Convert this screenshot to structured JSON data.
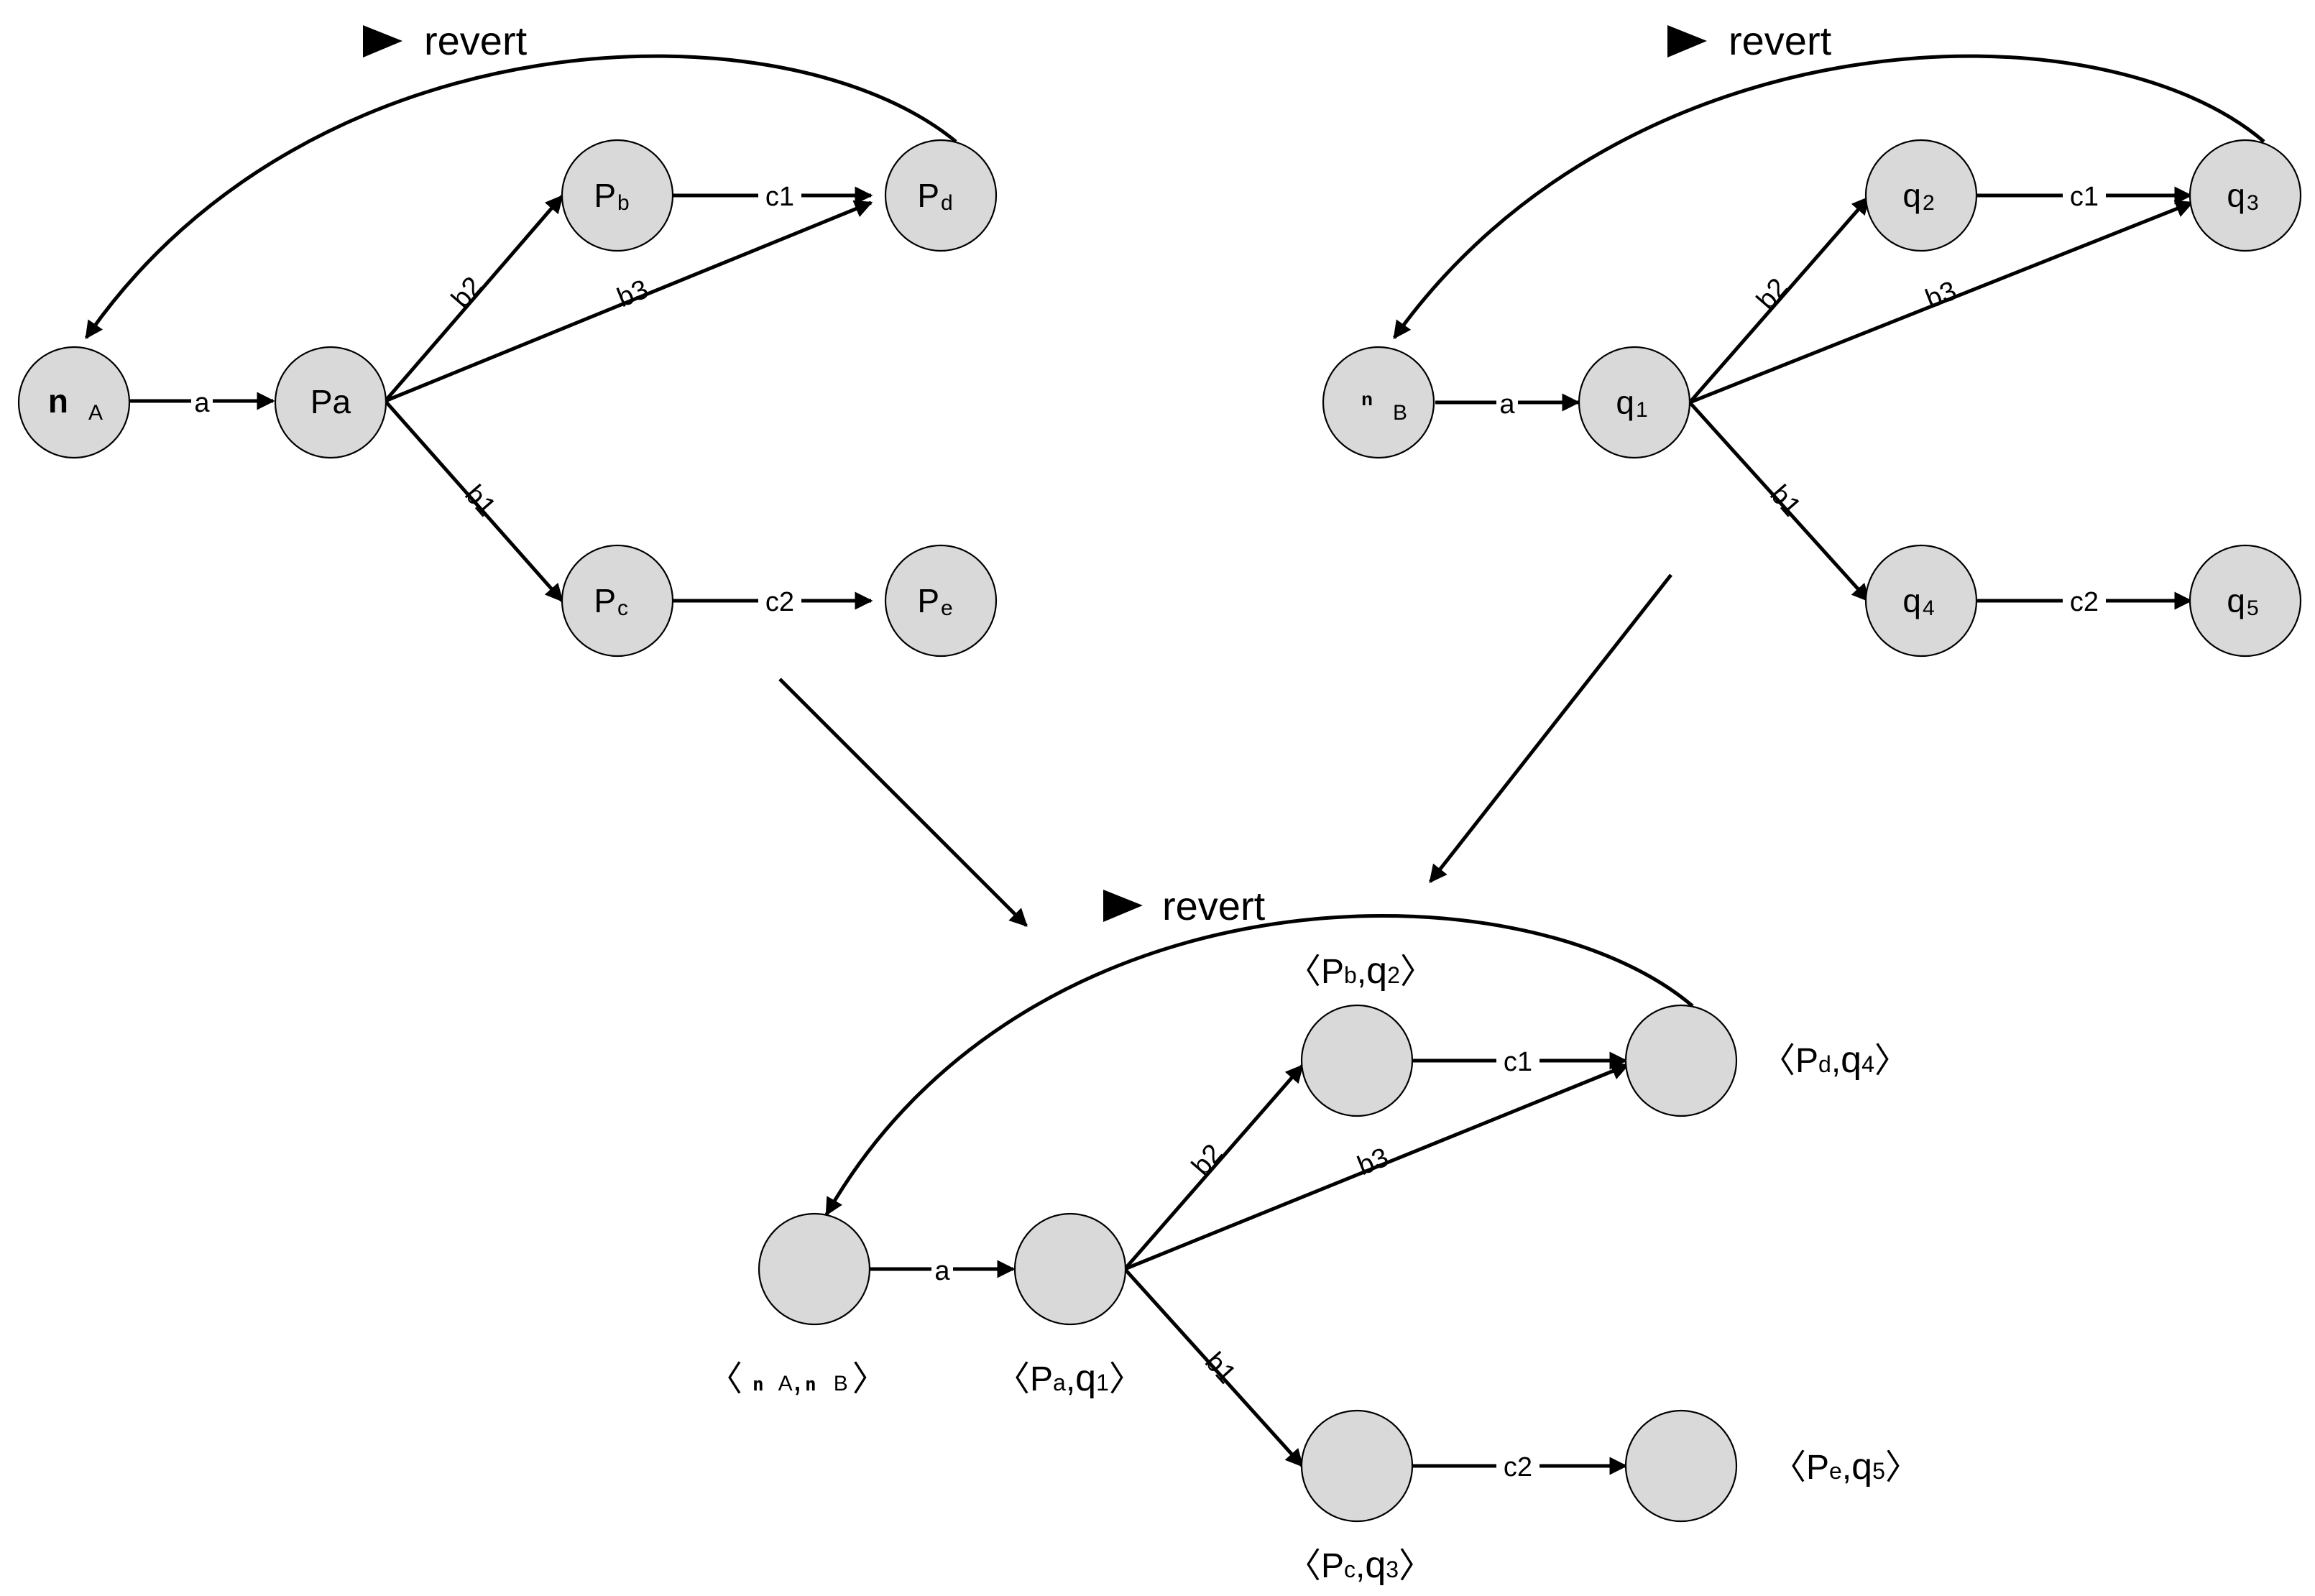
{
  "diagrams": {
    "automaton_a": {
      "revert_label": "revert",
      "nodes": {
        "na": {
          "main": "n",
          "sub": "A"
        },
        "pa": {
          "main": "Pa",
          "sub": ""
        },
        "pb": {
          "main": "P",
          "sub": "b"
        },
        "pd": {
          "main": "P",
          "sub": "d"
        },
        "pc": {
          "main": "P",
          "sub": "c"
        },
        "pe": {
          "main": "P",
          "sub": "e"
        }
      },
      "edges": {
        "a": "a",
        "b2": "b2",
        "b3": "b3",
        "b1": "b1",
        "c1": "c1",
        "c2": "c2"
      }
    },
    "automaton_b": {
      "revert_label": "revert",
      "nodes": {
        "nb": {
          "main": "n",
          "sub": "B"
        },
        "q1": {
          "main": "q",
          "sub": "1"
        },
        "q2": {
          "main": "q",
          "sub": "2"
        },
        "q3": {
          "main": "q",
          "sub": "3"
        },
        "q4": {
          "main": "q",
          "sub": "4"
        },
        "q5": {
          "main": "q",
          "sub": "5"
        }
      },
      "edges": {
        "a": "a",
        "b2": "b2",
        "b3": "b3",
        "b1": "b1",
        "c1": "c1",
        "c2": "c2"
      }
    },
    "product": {
      "revert_label": "revert",
      "pairs": {
        "start": {
          "open": "〈",
          "a": "n",
          "a_sub": "A",
          "sep": ",",
          "b": "n",
          "b_sub": "B",
          "close": "〉"
        },
        "pa_q1": {
          "open": "〈",
          "a": "P",
          "a_sub": "a",
          "sep": ",",
          "b": "q",
          "b_sub": "1",
          "close": "〉"
        },
        "pb_q2": {
          "open": "〈",
          "a": "P",
          "a_sub": "b",
          "sep": ",",
          "b": "q",
          "b_sub": "2",
          "close": "〉"
        },
        "pd_q4": {
          "open": "〈",
          "a": "P",
          "a_sub": "d",
          "sep": ",",
          "b": "q",
          "b_sub": "4",
          "close": "〉"
        },
        "pc_q3": {
          "open": "〈",
          "a": "P",
          "a_sub": "c",
          "sep": ",",
          "b": "q",
          "b_sub": "3",
          "close": "〉"
        },
        "pe_q5": {
          "open": "〈",
          "a": "P",
          "a_sub": "e",
          "sep": ",",
          "b": "q",
          "b_sub": "5",
          "close": "〉"
        }
      },
      "edges": {
        "a": "a",
        "b2": "b2",
        "b3": "b3",
        "b1": "b1",
        "c1": "c1",
        "c2": "c2"
      }
    }
  },
  "colors": {
    "node_fill": "#d9d9d9",
    "stroke": "#000000",
    "background": "#ffffff"
  }
}
